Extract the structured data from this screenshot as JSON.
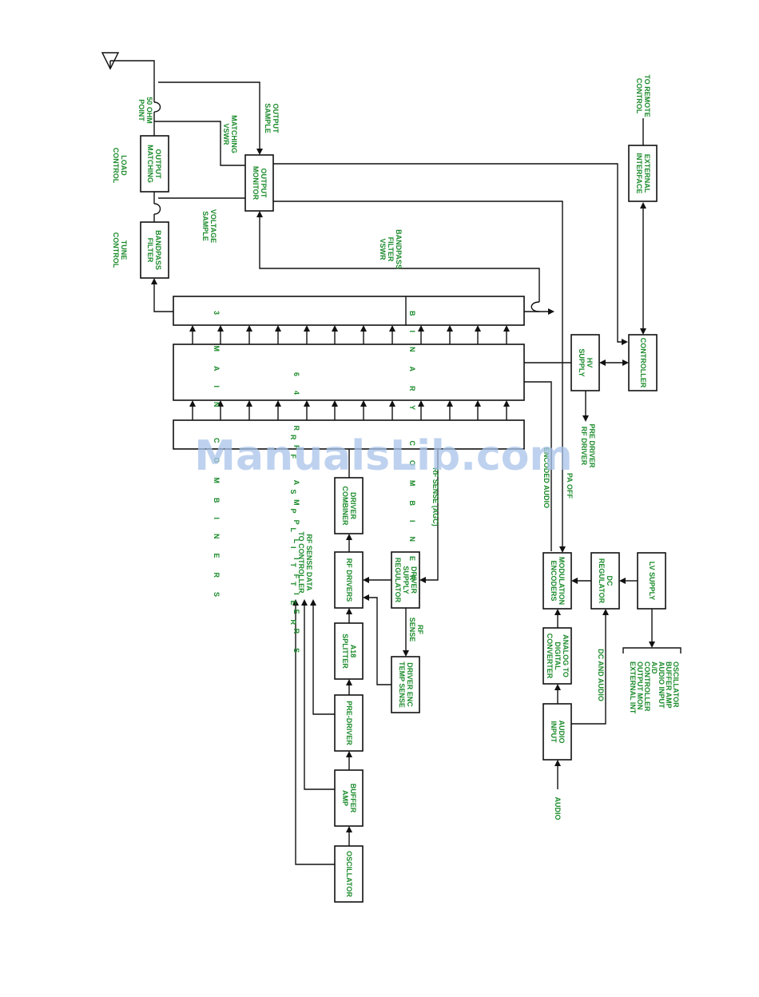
{
  "labels": {
    "output_matching": [
      "OUTPUT",
      "MATCHING"
    ],
    "load_control": [
      "LOAD",
      "CONTROL"
    ],
    "bandpass_filter": [
      "BANDPASS",
      "FILTER"
    ],
    "tune_control": [
      "TUNE",
      "CONTROL"
    ],
    "ohm_point": [
      "50 OHM",
      "POINT"
    ],
    "matching_vswr": [
      "MATCHING",
      "VSWR"
    ],
    "output_sample": [
      "OUTPUT",
      "SAMPLE"
    ],
    "output_monitor": [
      "OUTPUT",
      "MONITOR"
    ],
    "voltage_sample": [
      "VOLTAGE",
      "SAMPLE"
    ],
    "bandpass_filter_vswr": [
      "BANDPASS",
      "FILTER",
      "VSWR"
    ],
    "to_remote_control": [
      "TO REMOTE",
      "CONTROL"
    ],
    "external_interface": [
      "EXTERNAL",
      "INTERFACE"
    ],
    "main_combiners": "3 MAIN COMBINERS",
    "binary_combiner": "BINARY COMBINER",
    "rf_amplifiers": "64 RF AMPLIFIERS",
    "rf_splitter": "RF SPLITTER",
    "hv_supply": [
      "HV",
      "SUPPLY"
    ],
    "controller": "CONTROLLER",
    "pre_driver_rf_driver": [
      "PRE DRIVER",
      "RF DRIVER"
    ],
    "encoded_audio": "ENCODED AUDIO",
    "pa_off": "PA OFF",
    "driver_combiner": [
      "DRIVER",
      "COMBINER"
    ],
    "rf_sense_agc": "RF SENSE (AGC)",
    "rf_sense_data": [
      "RF SENSE DATA",
      "TO CONTROLLER"
    ],
    "rf_drivers": "RF DRIVERS",
    "driver_supply_regulator": [
      "DRIVER",
      "SUPPLY",
      "REGULATOR"
    ],
    "rf_sense": [
      "RF",
      "SENSE"
    ],
    "a18_splitter": [
      "A18",
      "SPLITTER"
    ],
    "driver_enc_temp_sense": [
      "DRIVER ENC",
      "TEMP SENSE"
    ],
    "pre_driver": "PRE-DRIVER",
    "buffer_amp": [
      "BUFFER",
      "AMP"
    ],
    "oscillator": "OSCILLATOR",
    "modulation_encoders": [
      "MODULATION",
      "ENCODERS"
    ],
    "dc_regulator": [
      "DC",
      "REGULATOR"
    ],
    "lv_supply": "LV SUPPLY",
    "analog_to_digital": [
      "ANALOG TO",
      "DIGITAL",
      "CONVERTER"
    ],
    "dc_and_audio": "DC AND AUDIO",
    "audio_input": [
      "AUDIO",
      "INPUT"
    ],
    "audio": "AUDIO",
    "lv_loads": [
      "OSCILLATOR",
      "BUFFER AMP",
      "AUDIO INPUT",
      "A/D",
      "CONTROLLER",
      "OUTPUT MON",
      "EXTERNAL INT"
    ]
  },
  "watermark": "ManualsLib.com",
  "colors": {
    "text": "#1a8a2a",
    "line": "#111111",
    "watermark": "#a9c4ea"
  }
}
